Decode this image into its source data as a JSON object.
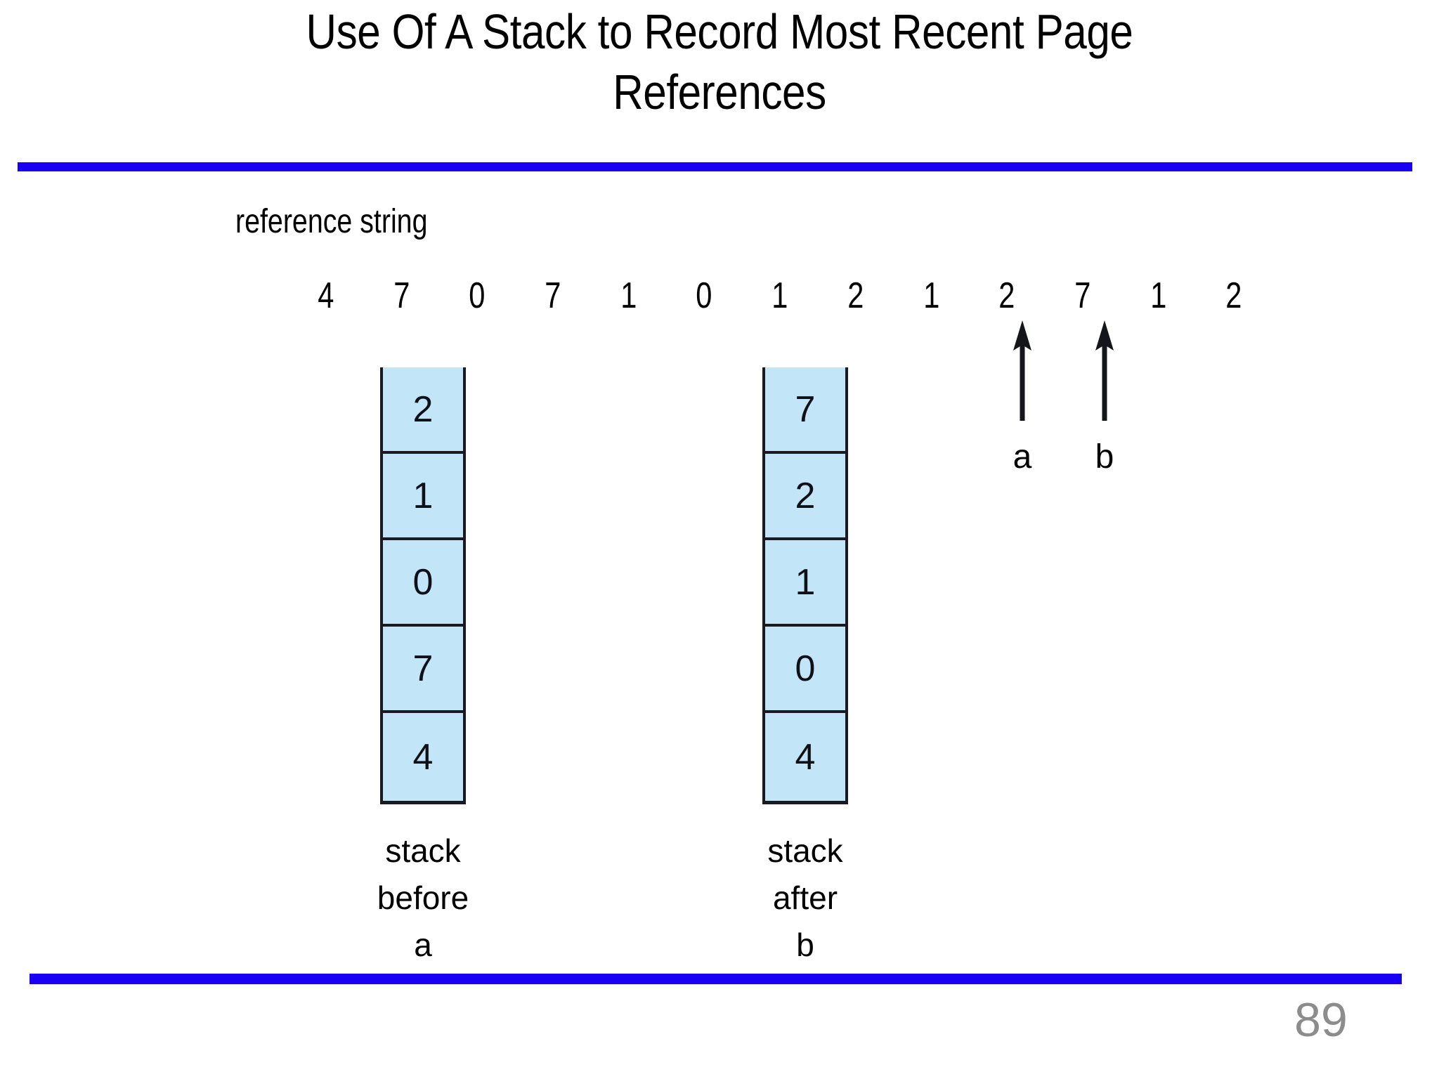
{
  "slide": {
    "title": "Use Of A Stack to Record Most Recent Page\nReferences",
    "page_number": "89",
    "accent_color": "#1800F5",
    "box_fill_color": "#C2E5F8",
    "box_border_color": "#1A1A22",
    "page_number_color": "#8C8C8C"
  },
  "reference_string": {
    "label": "reference string",
    "values": [
      "4",
      "7",
      "0",
      "7",
      "1",
      "0",
      "1",
      "2",
      "1",
      "2",
      "7",
      "1",
      "2"
    ]
  },
  "markers": [
    {
      "name": "a",
      "label": "a",
      "icon": "up-arrow-icon",
      "points_at_index": 9
    },
    {
      "name": "b",
      "label": "b",
      "icon": "up-arrow-icon",
      "points_at_index": 10
    }
  ],
  "stacks": [
    {
      "id": "before",
      "caption": "stack\nbefore\na",
      "cells": [
        "2",
        "1",
        "0",
        "7",
        "4"
      ]
    },
    {
      "id": "after",
      "caption": "stack\nafter\nb",
      "cells": [
        "7",
        "2",
        "1",
        "0",
        "4"
      ]
    }
  ]
}
